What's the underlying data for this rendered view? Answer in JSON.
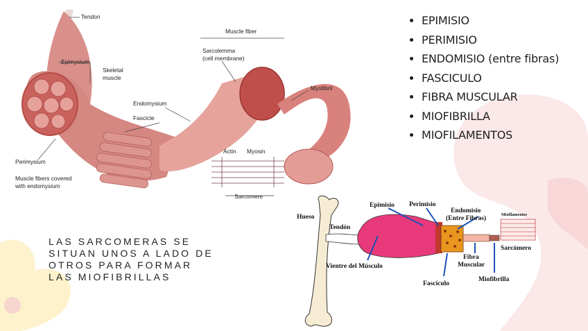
{
  "bullets": [
    "EPIMISIO",
    "PERIMISIO",
    "ENDOMISIO (entre fibras)",
    "FASCICULO",
    "FIBRA MUSCULAR",
    "MIOFIBRILLA",
    "MIOFILAMENTOS"
  ],
  "caption": "LAS SARCOMERAS SE\nSITUAN UNOS A LADO DE\nOTROS PARA FORMAR\nLAS MIOFIBRILLAS",
  "figure1": {
    "tendon": "Tendon",
    "epimysium": "Epimysium",
    "skeletal": "Skeletal",
    "muscle": "muscle",
    "perimysium": "Perimysium",
    "fibers_covered": "Muscle fibers covered",
    "with_endomysium": "with endomysium",
    "endomysium": "Endomysium",
    "fascicle": "Fascicle",
    "muscle_fiber": "Muscle fiber",
    "sarcolemma": "Sarcolemma",
    "cell_membrane": "(cell membrane)",
    "myofibril": "Myofibril",
    "actin": "Actin",
    "myosin": "Myosin",
    "sarcomere": "Sarcomere"
  },
  "figure2": {
    "hueso": "Hueso",
    "tendon": "Tendón",
    "epimisio": "Epimisio",
    "perimisio": "Perimisio",
    "endomisio": "Endomisio",
    "entre_fibras": "(Entre Fibras)",
    "miofilamentos": "Miofilamentos",
    "sarcomero": "Sarcómero",
    "vientre": "Vientre del Músculo",
    "fibra": "Fibra",
    "muscular": "Muscular",
    "fasciculo": "Fascículo",
    "miofibrilla": "Miofibrilla"
  },
  "colors": {
    "muscle_pink": "#d98a86",
    "deco_pink": "#fbe4e4",
    "deco_yellow": "#fdf1c8",
    "belly_magenta": "#e83a7a",
    "arrow_blue": "#1b50b8"
  }
}
